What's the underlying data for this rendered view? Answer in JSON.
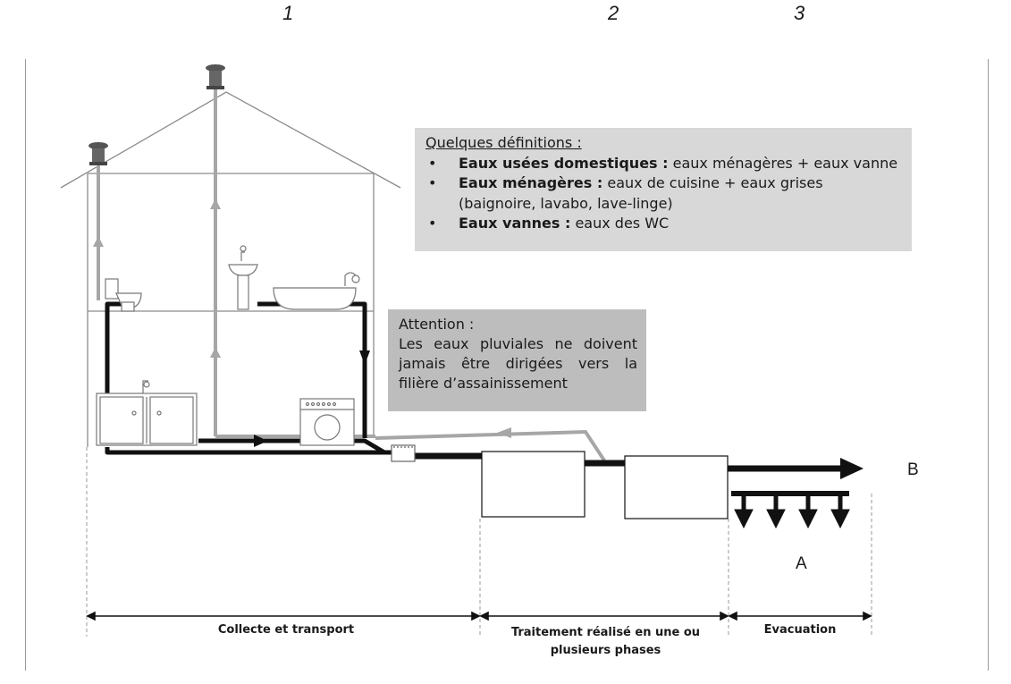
{
  "column_numbers": [
    "1",
    "2",
    "3"
  ],
  "definitions": {
    "title": "Quelques définitions :",
    "bullet": "•",
    "items": [
      {
        "term": "Eaux usées domestiques :",
        "text": " eaux ménagères + eaux vanne"
      },
      {
        "term": "Eaux ménagères :",
        "text": " eaux de cuisine + eaux grises",
        "continuation": "(baignoire, lavabo, lave-linge)"
      },
      {
        "term": "Eaux vannes :",
        "text": " eaux des WC"
      }
    ]
  },
  "attention": {
    "title": "Attention :",
    "body": "Les eaux pluviales ne doivent jamais être dirigées vers la filière d’assainissement"
  },
  "sections": {
    "collecte": "Collecte et transport",
    "traitement_line1": "Traitement réalisé en une ou",
    "traitement_line2": "plusieurs phases",
    "evacuation": "Evacuation"
  },
  "outputs": {
    "a": "A",
    "b": "B"
  },
  "colors": {
    "black_pipe": "#111111",
    "grey_pipe": "#a6a6a6",
    "house_line": "#8c8c8c",
    "def_box": "#d8d8d8",
    "attention_box": "#bdbdbd"
  }
}
